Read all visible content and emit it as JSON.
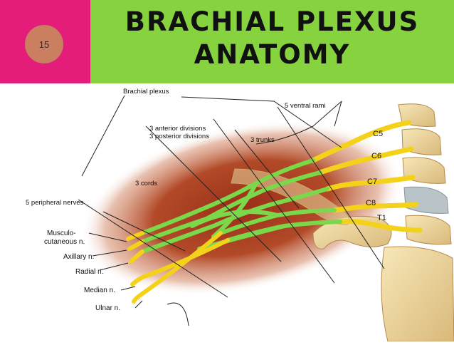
{
  "slide": {
    "number": "15",
    "title_line1": "BRACHIAL PLEXUS",
    "title_line2": "ANATOMY"
  },
  "figure": {
    "labels": {
      "brachial_plexus": "Brachial plexus",
      "ventral_rami": "5 ventral rami",
      "anterior_divisions": "3 anterior divisions",
      "posterior_divisions": "3 posterior divisions",
      "trunks": "3 trunks",
      "cords": "3 cords",
      "peripheral_nerves": "5 peripheral nerves"
    },
    "roots": [
      "C5",
      "C6",
      "C7",
      "C8",
      "T1"
    ],
    "nerves": {
      "musculocutaneous_line1": "Musculo-",
      "musculocutaneous_line2": "cutaneous n.",
      "axillary": "Axillary n.",
      "radial": "Radial n.",
      "median": "Median n.",
      "ulnar": "Ulnar n."
    }
  },
  "colors": {
    "pink": "#e41d7a",
    "green": "#86d23f",
    "nerve_yellow": "#f5d21a",
    "plexus_green": "#7ad84a",
    "tissue_red": "#a83a22"
  }
}
